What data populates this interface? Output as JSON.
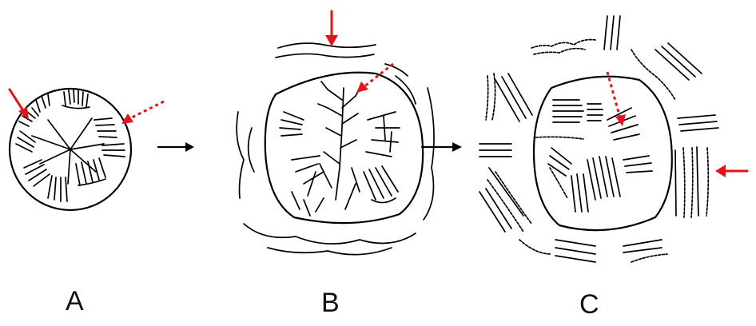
{
  "panels": [
    {
      "label": "A"
    },
    {
      "label": "B"
    },
    {
      "label": "C"
    }
  ],
  "colors": {
    "ink": "#000000",
    "marker": "#e3121b",
    "background": "#ffffff"
  }
}
